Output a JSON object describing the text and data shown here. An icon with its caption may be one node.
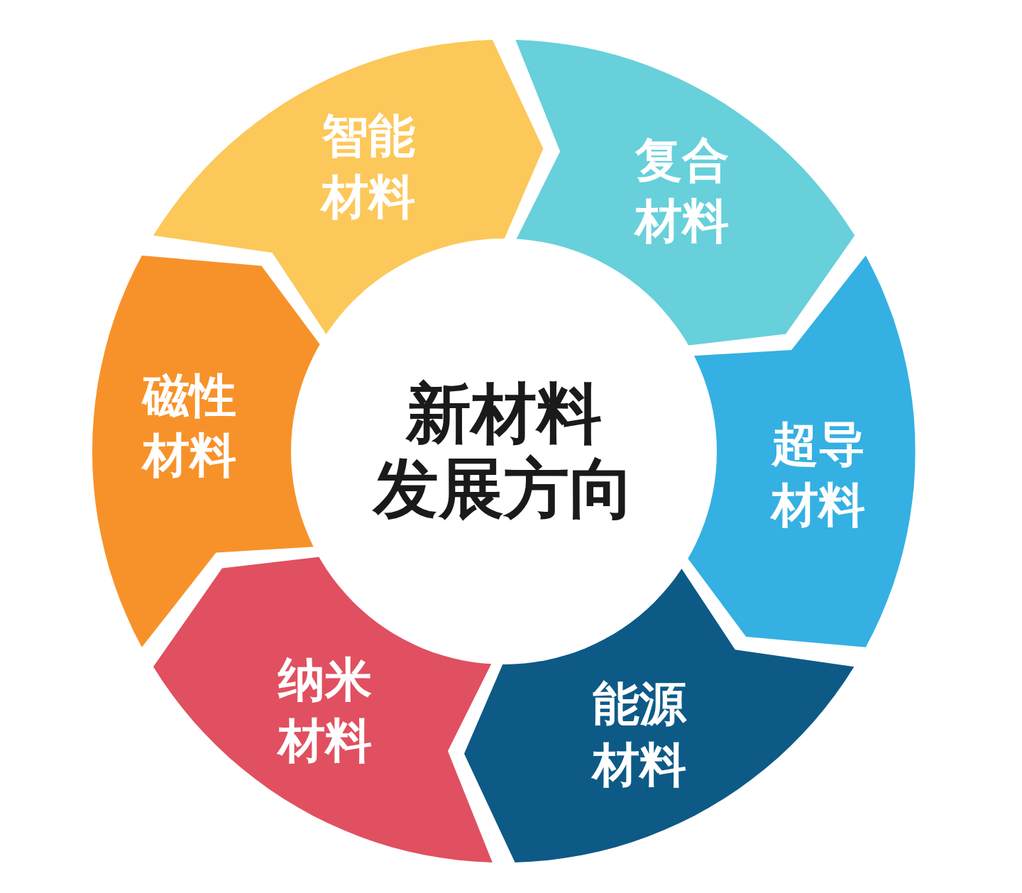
{
  "diagram": {
    "nodes": [
      {
        "text": [
          "智能材料"
        ]
      },
      {
        "text": [
          "复合材料"
        ]
      },
      {
        "text": [
          "超导材料"
        ]
      },
      {
        "text": [
          "能源材料"
        ]
      },
      {
        "text": [
          "纳米材料"
        ]
      },
      {
        "text": [
          "磁性材料"
        ]
      },
      {
        "text": [
          "新材料",
          "发展方向"
        ]
      }
    ]
  }
}
